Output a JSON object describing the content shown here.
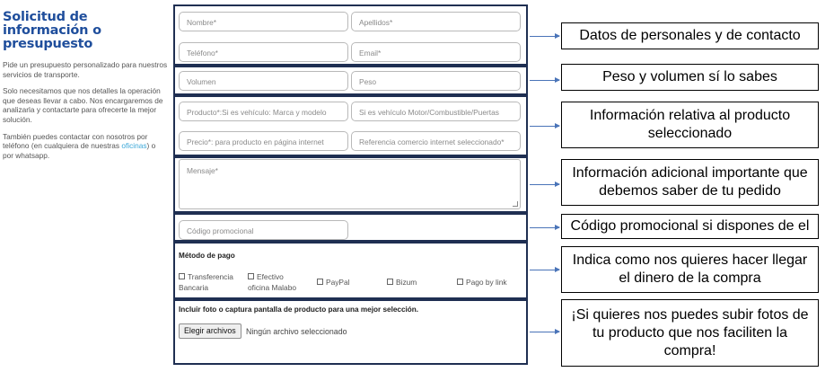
{
  "intro": {
    "title": "Solicitud de información o presupuesto",
    "p1": "Pide un presupuesto personalizado para nuestros servicios de transporte.",
    "p2": "Solo necesitamos que nos detalles la operación que deseas llevar a cabo. Nos encargaremos de analizarla y contactarte para ofrecerte la mejor solución.",
    "p3_before": "También puedes contactar con nosotros por teléfono (en cualquiera de nuestras ",
    "p3_link": "oficinas",
    "p3_after": ") o por whatsapp."
  },
  "form": {
    "nombre_placeholder": "Nombre*",
    "apellidos_placeholder": "Apellidos*",
    "telefono_placeholder": "Teléfono*",
    "email_placeholder": "Email*",
    "volumen_placeholder": "Volumen",
    "peso_placeholder": "Peso",
    "producto_placeholder": "Producto*:Si es vehículo: Marca y modelo",
    "motor_placeholder": "Si es vehículo Motor/Combustible/Puertas",
    "precio_placeholder": "Precio*: para producto en página internet",
    "referencia_placeholder": "Referencia comercio internet seleccionado*",
    "mensaje_placeholder": "Mensaje*",
    "codigo_placeholder": "Código promocional",
    "metodo_pago_label": "Método de pago",
    "payment_options": [
      {
        "line1": "Transferencia",
        "line2": "Bancaria"
      },
      {
        "line1": "Efectivo",
        "line2": "oficina Malabo"
      },
      {
        "line1": "PayPal",
        "line2": ""
      },
      {
        "line1": "Bizum",
        "line2": ""
      },
      {
        "line1": "Pago by link",
        "line2": ""
      }
    ],
    "foto_label": "Incluir foto o captura pantalla de producto para una mejor selección.",
    "file_button": "Elegir archivos",
    "file_status": "Ningún archivo seleccionado"
  },
  "notes": {
    "n1": "Datos de personales y de contacto",
    "n2": "Peso y volumen sí lo sabes",
    "n3": "Información relativa al producto seleccionado",
    "n4": "Información adicional importante que debemos saber de tu pedido",
    "n5": "Código promocional si dispones de el",
    "n6": "Indica como nos quieres hacer llegar el dinero de la compra",
    "n7": "¡Si quieres nos puedes subir fotos de tu producto que nos faciliten la compra!"
  },
  "colors": {
    "title": "#1f4e9c",
    "section_border": "#1f2f52",
    "arrow": "#4a74b8",
    "link": "#3aa7d8"
  }
}
